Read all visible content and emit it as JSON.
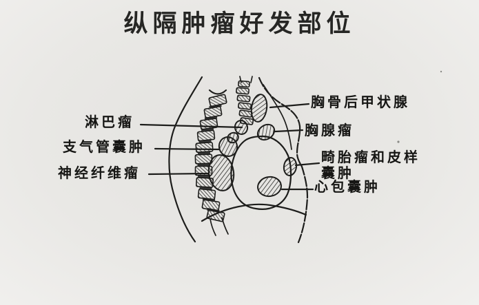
{
  "title": "纵隔肿瘤好发部位",
  "colors": {
    "ink": "#1d1d1b",
    "label-ink": "#161614",
    "paper-center": "#e3e2df",
    "paper-edge": "#f1f0ee"
  },
  "diagram": {
    "description": "lateral chest outline showing common sites of mediastinal tumors",
    "labels": {
      "lymphoma": "淋巴瘤",
      "bronchogenic_cyst": "支气管囊肿",
      "neurofibroma": "神经纤维瘤",
      "retrosternal_thyroid": "胸骨后甲状腺",
      "thymoma": "胸腺瘤",
      "teratoma_line1": "畸胎瘤和皮样",
      "teratoma_line2": "囊肿",
      "pericardial_cyst": "心包囊肿"
    }
  }
}
